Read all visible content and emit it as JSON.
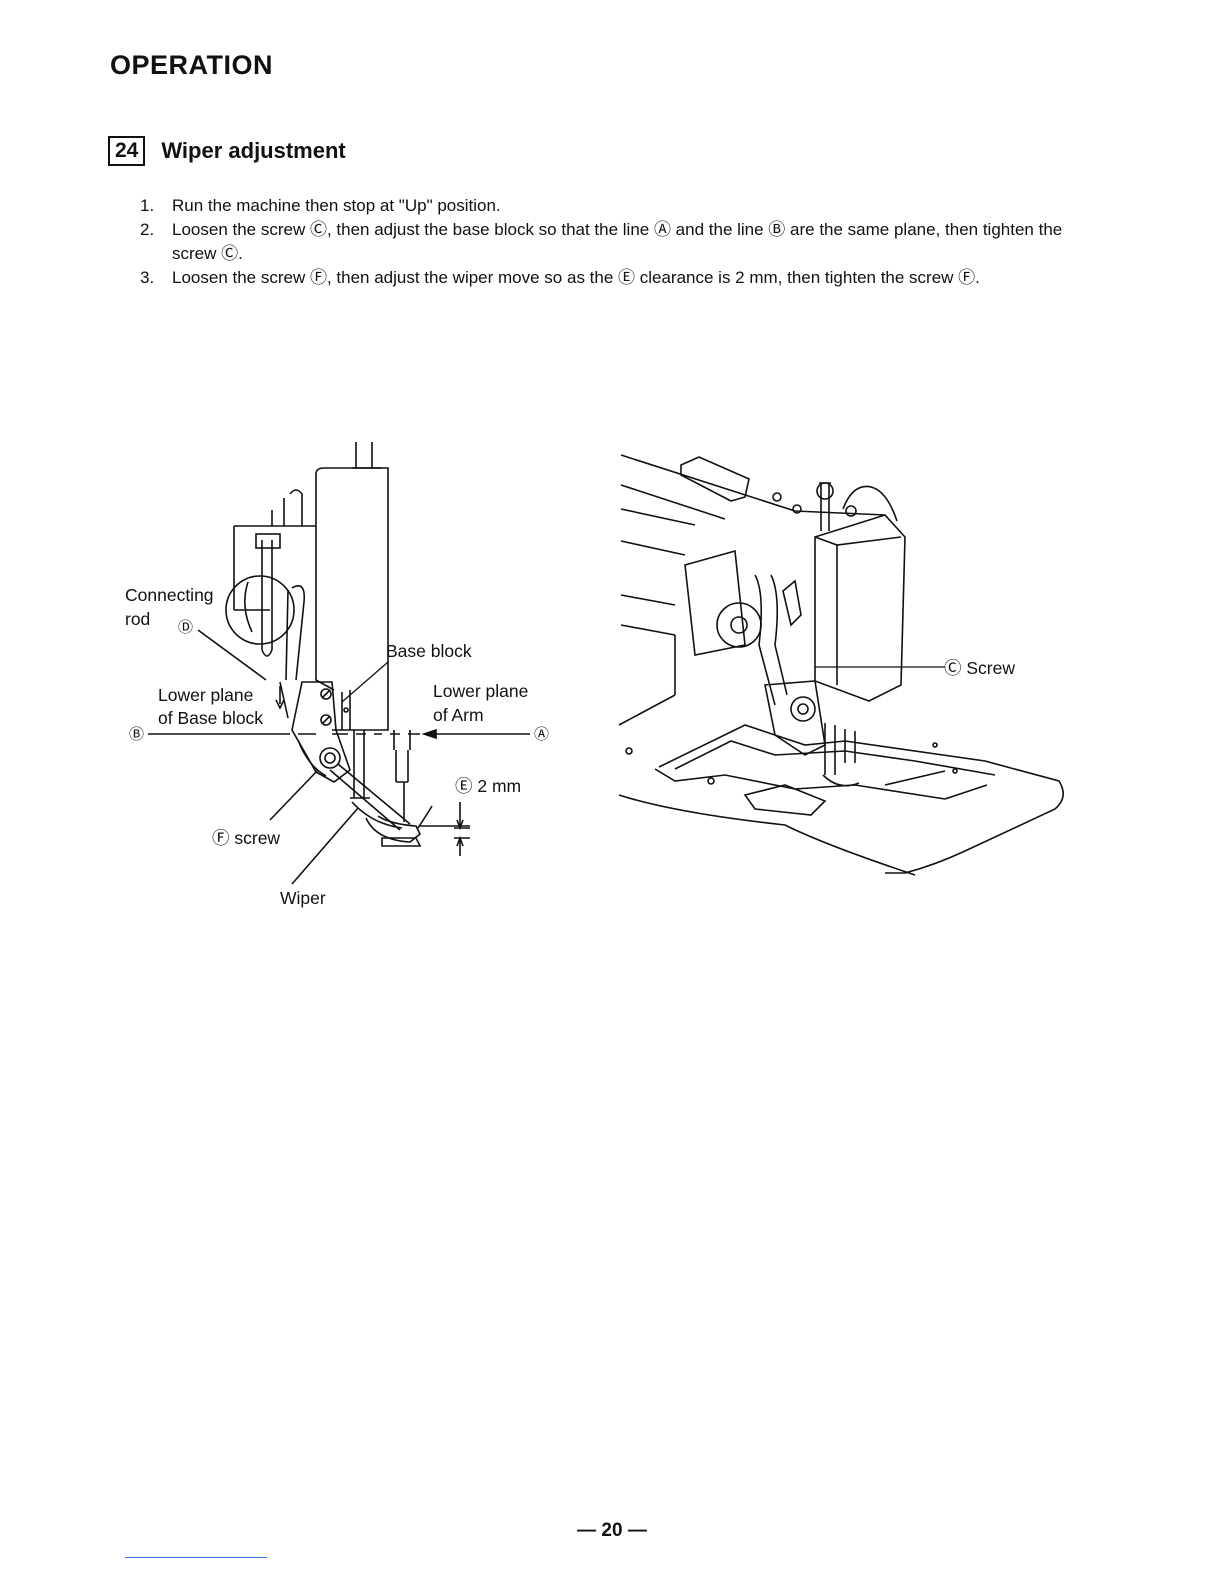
{
  "header": {
    "title": "OPERATION"
  },
  "section": {
    "number": "24",
    "title": "Wiper adjustment"
  },
  "steps": [
    {
      "num": "1.",
      "text": "Run the machine then stop at \"Up\" position."
    },
    {
      "num": "2.",
      "text": "Loosen the screw Ⓒ, then adjust the base block so that the line Ⓐ and the line Ⓑ are the same plane, then tighten the screw Ⓒ."
    },
    {
      "num": "3.",
      "text": "Loosen the screw Ⓕ, then adjust the wiper move so as the Ⓔ clearance is 2 mm, then tighten the screw Ⓕ."
    }
  ],
  "figure_left": {
    "connecting_rod_1": "Connecting",
    "connecting_rod_2": "rod",
    "marker_d": "Ⓓ",
    "base_block": "Base block",
    "lower_plane_base_1": "Lower plane",
    "lower_plane_base_2": "of Base block",
    "lower_plane_arm_1": "Lower plane",
    "lower_plane_arm_2": "of Arm",
    "marker_a": "Ⓐ",
    "marker_b": "Ⓑ",
    "clearance": "Ⓔ 2 mm",
    "screw_f": "Ⓕ screw",
    "wiper": "Wiper"
  },
  "figure_right": {
    "screw_c": "Ⓒ Screw"
  },
  "footer": {
    "page": "— 20 —"
  }
}
